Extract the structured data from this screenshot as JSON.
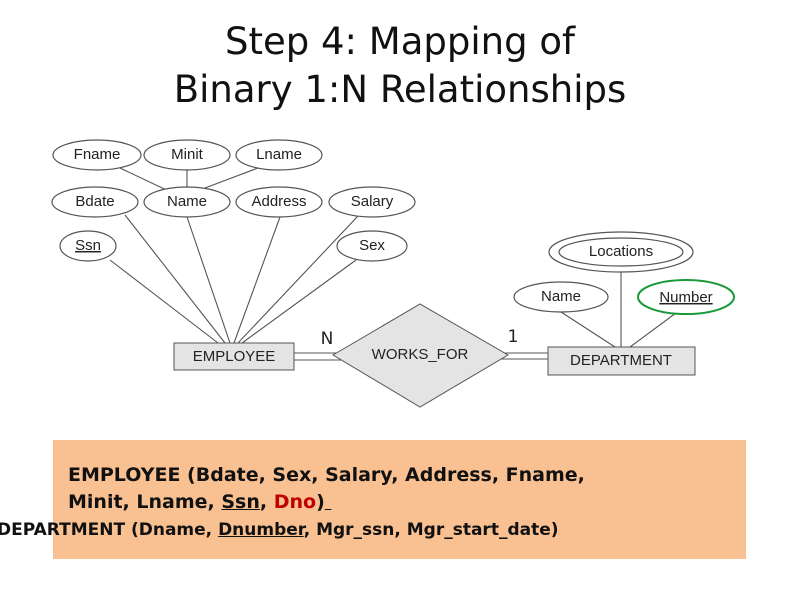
{
  "title": {
    "line1": "Step 4: Mapping of",
    "line2": "Binary 1:N Relationships"
  },
  "diagram": {
    "employee_attrs": {
      "fname": "Fname",
      "minit": "Minit",
      "lname": "Lname",
      "bdate": "Bdate",
      "name": "Name",
      "address": "Address",
      "salary": "Salary",
      "ssn": "Ssn",
      "sex": "Sex"
    },
    "employee": "EMPLOYEE",
    "relationship": "WORKS_FOR",
    "card_n": "N",
    "card_1": "1",
    "department": "DEPARTMENT",
    "dept_attrs": {
      "locations": "Locations",
      "name": "Name",
      "number": "Number"
    },
    "highlight_color": "#1a9a3a"
  },
  "schema": {
    "emp_line1": "EMPLOYEE (Bdate, Sex, Salary, Address, Fname,",
    "emp_line2_a": "Minit, Lname, ",
    "emp_ssn": "Ssn",
    "emp_sep": ", ",
    "emp_dno": "Dno",
    "emp_close": ")",
    "dept_a": "DEPARTMENT (Dname, ",
    "dept_key": "Dnumber",
    "dept_b": ", Mgr_ssn, Mgr_start_date)",
    "fk_color": "#c00000",
    "box_color": "#f9c091"
  }
}
